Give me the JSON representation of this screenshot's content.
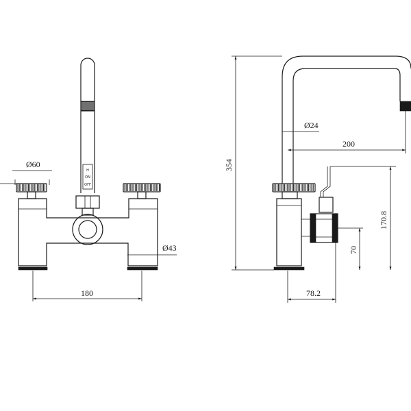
{
  "front_view": {
    "dims": {
      "knob_diameter": "Ø60",
      "base_diameter": "Ø43",
      "centres": "180"
    },
    "label_marks": [
      "H",
      "ON",
      "OFF"
    ]
  },
  "side_view": {
    "dims": {
      "height": "354",
      "spout_diameter": "Ø24",
      "reach": "200",
      "outlet_height": "170.8",
      "valve_height": "70",
      "depth": "78.2"
    }
  }
}
